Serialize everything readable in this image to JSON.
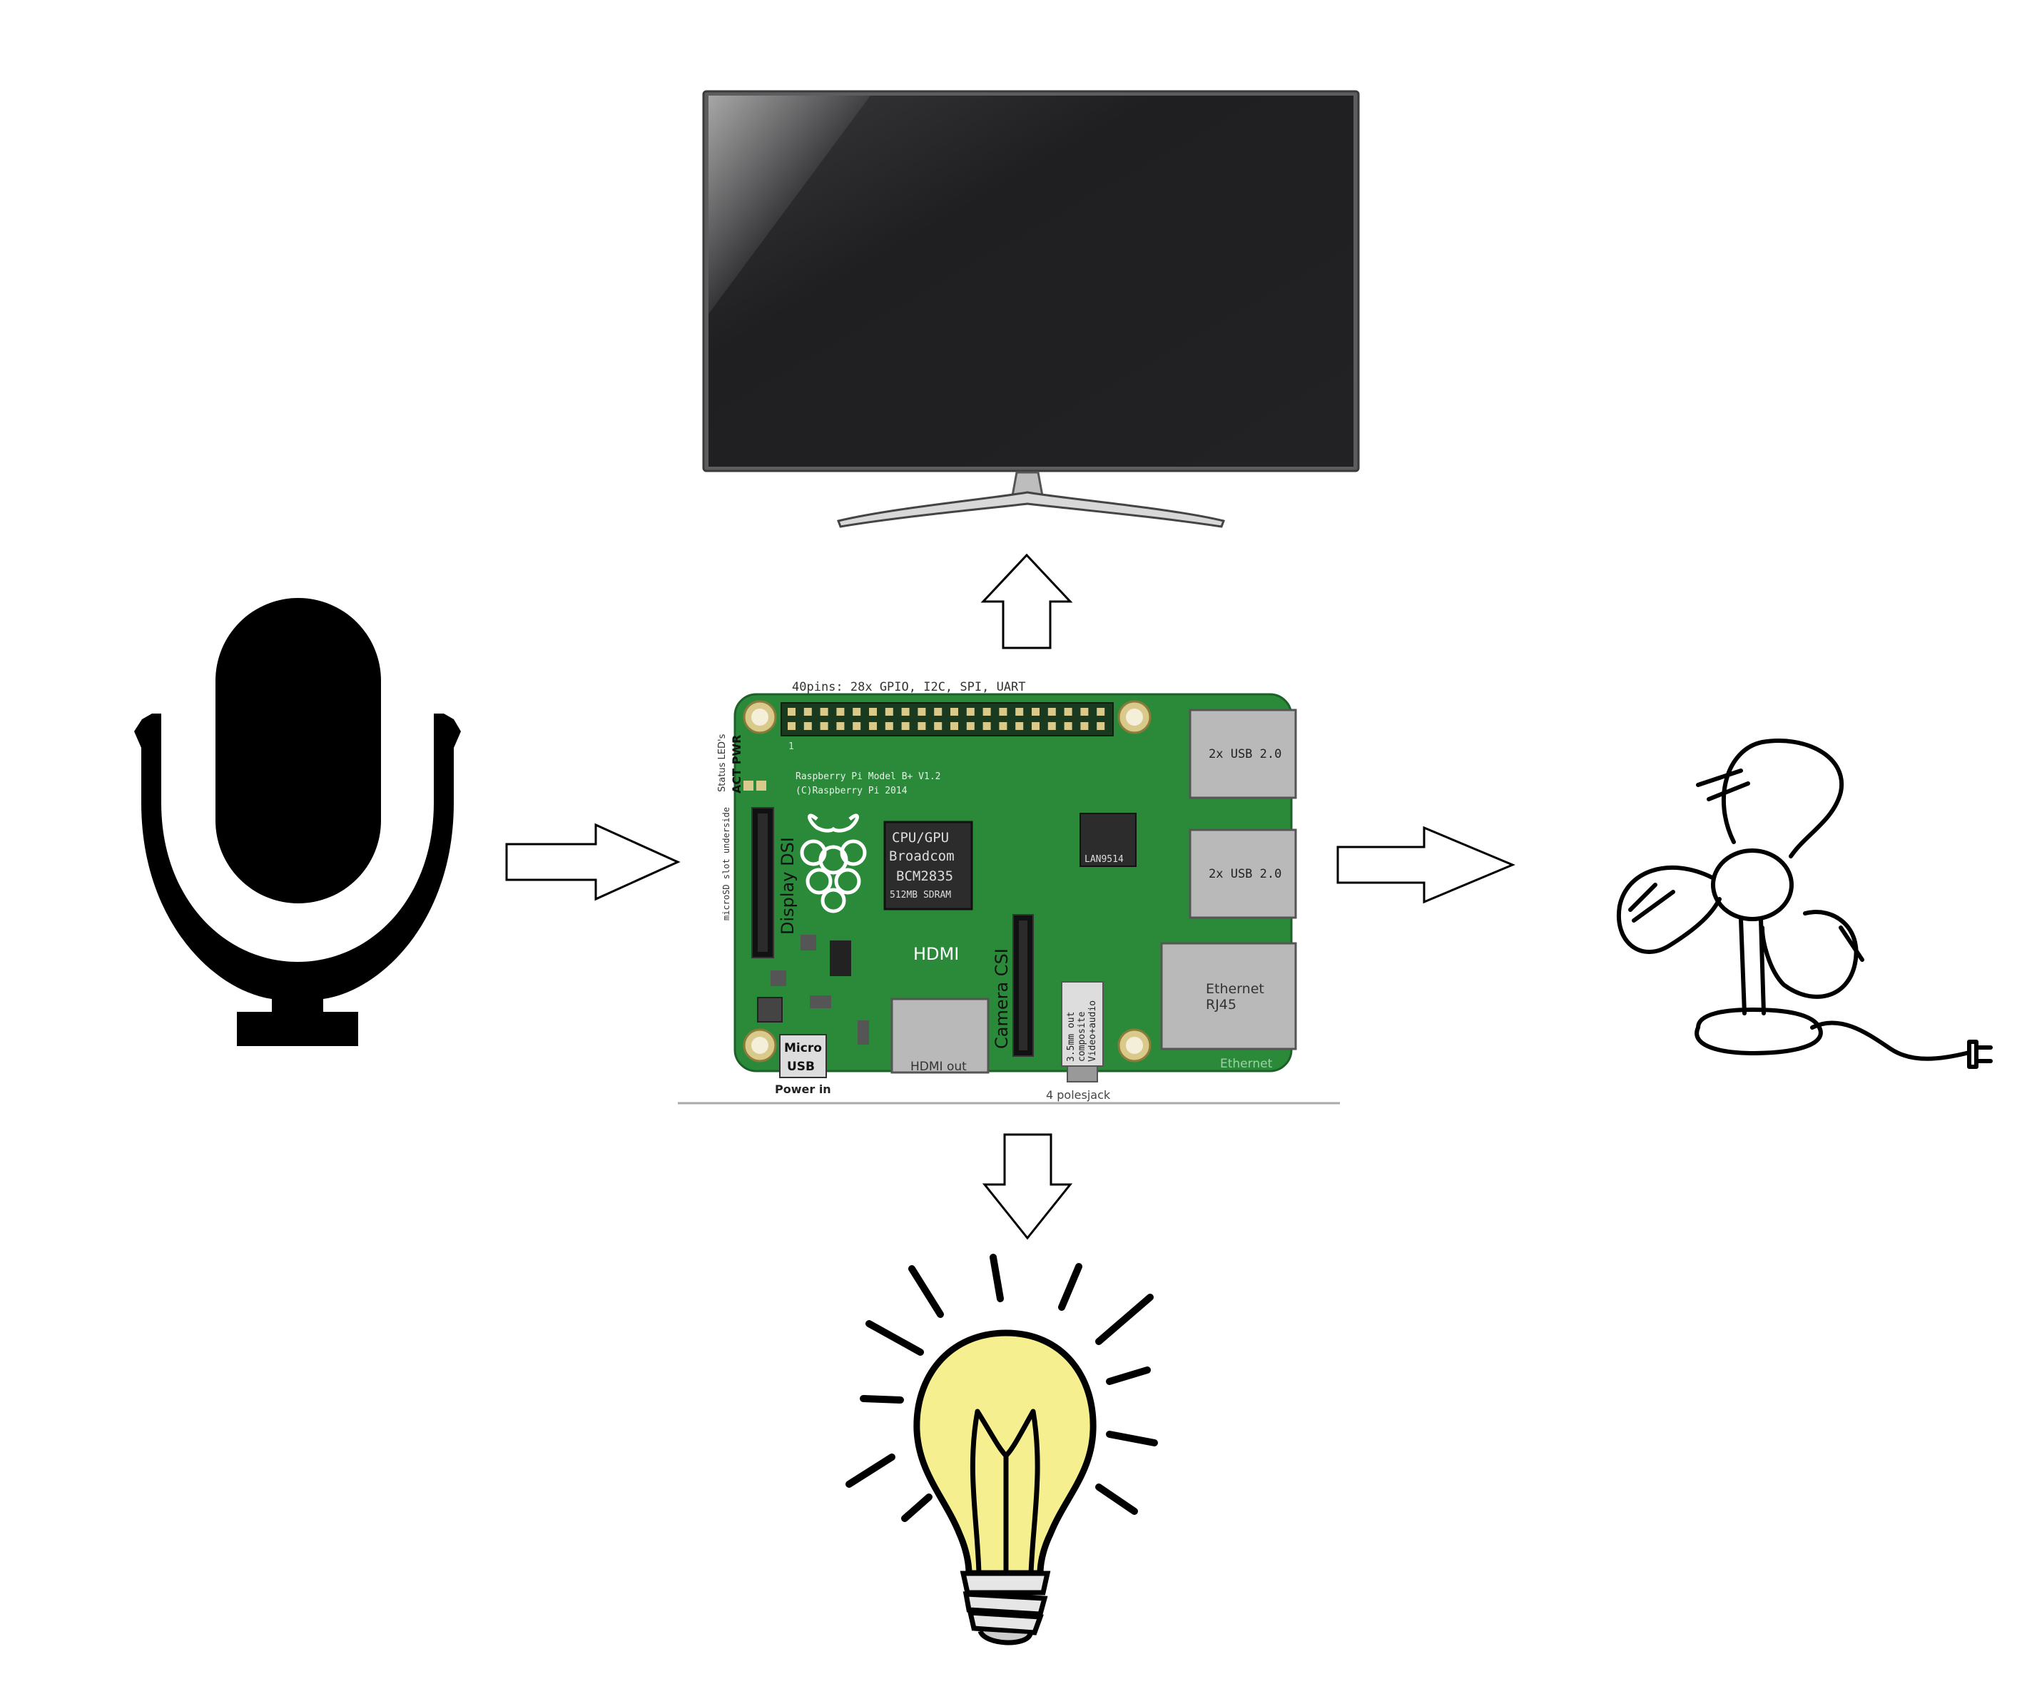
{
  "diagram": {
    "nodes": {
      "tv": {
        "icon": "tv-icon"
      },
      "microphone": {
        "icon": "microphone-icon"
      },
      "fan": {
        "icon": "fan-icon"
      },
      "bulb": {
        "icon": "light-bulb-icon"
      },
      "board": {
        "icon": "raspberry-pi-board-icon",
        "color": "#2a8a3a"
      }
    },
    "edges": [
      {
        "from": "microphone",
        "to": "board"
      },
      {
        "from": "board",
        "to": "tv"
      },
      {
        "from": "board",
        "to": "fan"
      },
      {
        "from": "board",
        "to": "bulb"
      }
    ],
    "board_labels": {
      "gpio_header": "40pins: 28x GPIO, I2C, SPI, UART",
      "model": "Raspberry Pi Model B+ V1.2",
      "copyright": "(C)Raspberry Pi 2014",
      "status_leds": "Status LED's",
      "act_pwr": "ACT PWR",
      "display_dsi": "Display DSI",
      "microsd": "microSD slot underside",
      "cpu_line1": "CPU/GPU",
      "cpu_line2": "Broadcom",
      "cpu_line3": "BCM2835",
      "cpu_line4": "512MB SDRAM",
      "usb_top": "2x USB 2.0",
      "usb_bottom": "2x USB 2.0",
      "ethernet_controller": "LAN9514",
      "ethernet_port_line1": "Ethernet",
      "ethernet_port_line2": "RJ45",
      "ethernet_edge": "Ethernet",
      "hdmi": "HDMI",
      "hdmi_out": "HDMI out",
      "camera_csi": "Camera CSI",
      "audio_line1": "3.5mm out",
      "audio_line2": "composite",
      "audio_line3": "Video+audio",
      "pole_jack": "4 polesjack",
      "micro_usb_line1": "Micro",
      "micro_usb_line2": "USB",
      "power_in": "Power in",
      "pin_one": "1"
    }
  }
}
